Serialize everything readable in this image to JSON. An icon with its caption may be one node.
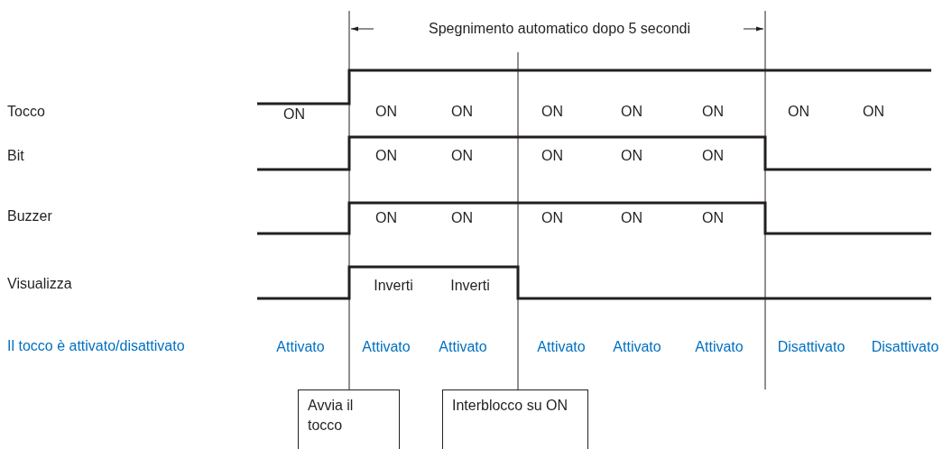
{
  "diagram": {
    "nodes": [
      {
        "text": [
          "Avvia il tocco"
        ]
      },
      {
        "text": [
          "Interblocco su ON"
        ]
      }
    ],
    "edges": [],
    "labels": [
      "Spegnimento automatico dopo 5 secondi",
      "Tocco",
      "ON",
      "ON",
      "ON",
      "ON",
      "ON",
      "ON",
      "ON",
      "ON",
      "Bit",
      "ON",
      "ON",
      "ON",
      "ON",
      "ON",
      "Buzzer",
      "ON",
      "ON",
      "ON",
      "ON",
      "ON",
      "Visualizza",
      "Inverti",
      "Inverti",
      "Il tocco è attivato/disattivato",
      "Attivato",
      "Attivato",
      "Attivato",
      "Attivato",
      "Attivato",
      "Attivato",
      "Disattivato",
      "Disattivato"
    ]
  }
}
